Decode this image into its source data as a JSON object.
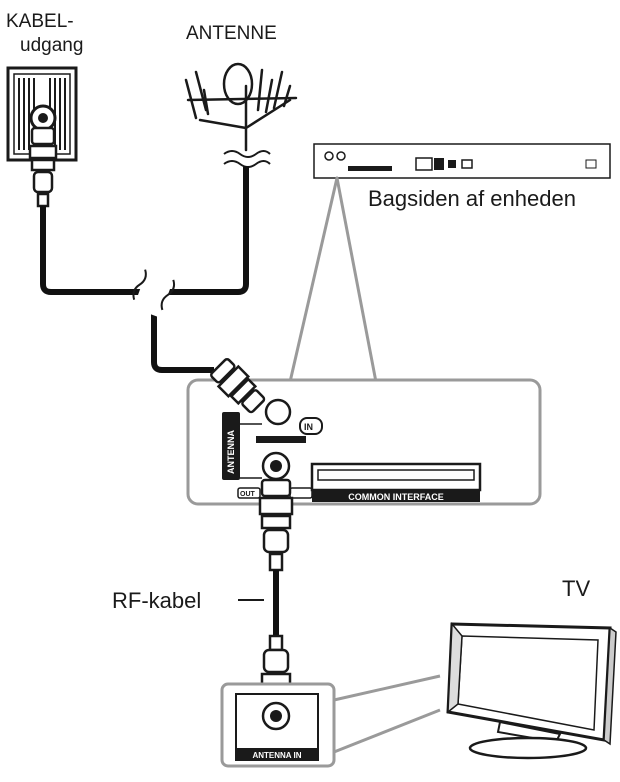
{
  "labels": {
    "cable_outlet_line1": "KABEL-",
    "cable_outlet_line2": "udgang",
    "antenna": "ANTENNE",
    "unit_rear": "Bagsiden af enheden",
    "rf_cable": "RF-kabel",
    "tv": "TV"
  },
  "panel_labels": {
    "antenna_vertical": "ANTENNA",
    "in": "IN",
    "out": "OUT",
    "common_interface": "COMMON INTERFACE",
    "antenna_in": "ANTENNA IN"
  },
  "colors": {
    "line": "#1a1a1a",
    "callout": "#9a9a9a",
    "cable": "#111111"
  }
}
